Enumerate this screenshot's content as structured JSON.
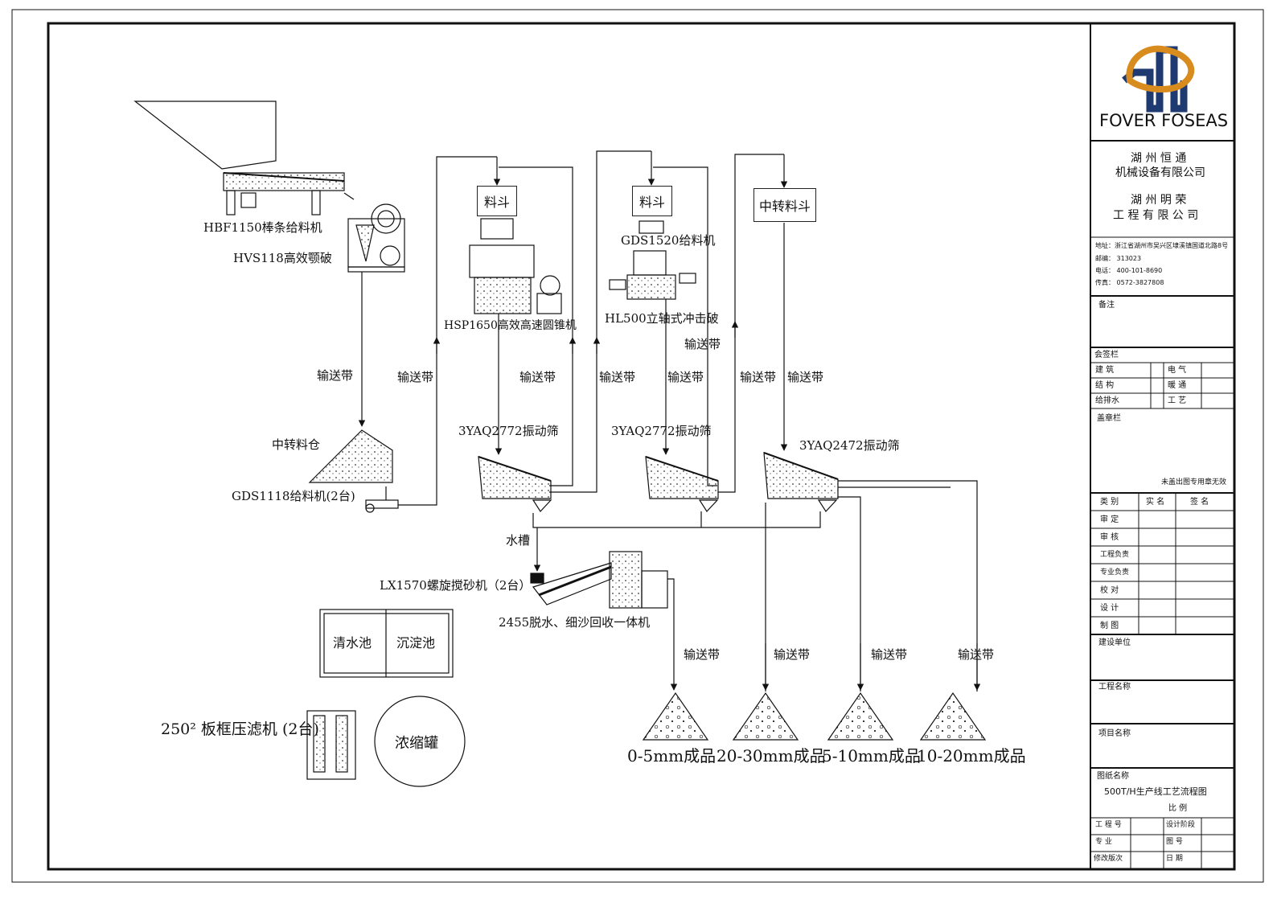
{
  "labels": {
    "feeder_hbf": "HBF1150棒条给料机",
    "jaw_crusher": "HVS118高效颚破",
    "conveyor": "输送带",
    "stockpile": "中转料仓",
    "gds1118": "GDS1118给料机(2台)",
    "hopper1": "料斗",
    "hopper2": "料斗",
    "hopper3": "中转料斗",
    "cone_crusher": "HSP1650高效高速圆锥机",
    "gds1520": "GDS1520给料机",
    "vsi": "HL500立轴式冲击破",
    "screen1": "3YAQ2772振动筛",
    "screen2": "3YAQ2772振动筛",
    "screen3": "3YAQ2472振动筛",
    "water_tank": "水槽",
    "sand_washer": "LX1570螺旋搅砂机（2台）",
    "dewater": "2455脱水、细沙回收一体机",
    "clear_pool": "清水池",
    "sediment_pool": "沉淀池",
    "filter_press": "250² 板框压滤机 (2台)",
    "thickener": "浓缩罐"
  },
  "products": [
    "0-5mm成品",
    "20-30mm成品",
    "5-10mm成品",
    "10-20mm成品"
  ],
  "title_block": {
    "brand": "FOVER FOSEAS",
    "company1_line1": "湖 州 恒 通",
    "company1_line2": "机械设备有限公司",
    "company2_line1": "湖 州 明 荣",
    "company2_line2": "工 程 有 限 公 司",
    "address": "地址：浙江省湖州市吴兴区埭溪镇国道北路8号",
    "postcode": "邮编： 313023",
    "phone": "电话： 400-101-8690",
    "fax": "传真： 0572-3827808",
    "remarks": "备注",
    "countersign": "会签栏",
    "sign_rows": [
      [
        "建 筑",
        "电 气"
      ],
      [
        "结 构",
        "暖 通"
      ],
      [
        "给排水",
        "工 艺"
      ]
    ],
    "seal": "盖章栏",
    "seal_note": "未盖出图专用章无效",
    "col_type": "类 别",
    "col_name": "实 名",
    "col_sign": "签 名",
    "roles": [
      "审 定",
      "审 核",
      "工程负责",
      "专业负责",
      "校 对",
      "设 计",
      "制 图"
    ],
    "build_unit": "建设单位",
    "project_name": "工程名称",
    "item_name": "项目名称",
    "drawing_name": "图纸名称",
    "drawing_title": "500T/H生产线工艺流程图",
    "scale": "比 例",
    "project_no": "工 程 号",
    "design_stage": "设计阶段",
    "discipline": "专 业",
    "drawing_no": "图 号",
    "revision": "修改版次",
    "date": "日 期"
  },
  "colors": {
    "logo": "#1f3a70",
    "logo_accent": "#d98c1e",
    "line": "#111111"
  }
}
